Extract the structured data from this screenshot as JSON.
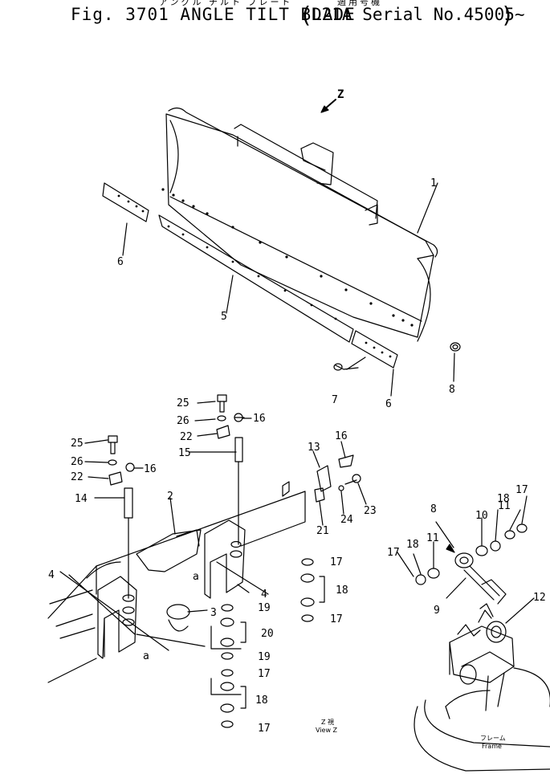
{
  "header": {
    "katakana_line": "アングル チルト ブレード",
    "applicable_machine_jp": "適用号機",
    "figure_title": "Fig. 3701 ANGLE TILT BLADE",
    "serial_range": "D21A Serial No.45005∼"
  },
  "view_marker": {
    "letter": "Z"
  },
  "callouts": {
    "c1": "1",
    "c2": "2",
    "c3": "3",
    "c4a": "4",
    "c4b": "4",
    "c5": "5",
    "c6a": "6",
    "c6b": "6",
    "c7": "7",
    "c8": "8",
    "c8b": "8",
    "c9": "9",
    "c10": "10",
    "c11a": "11",
    "c11b": "11",
    "c12": "12",
    "c13": "13",
    "c14": "14",
    "c15": "15",
    "c16a": "16",
    "c16b": "16",
    "c16c": "16",
    "c17a": "17",
    "c17b": "17",
    "c17c": "17",
    "c17d": "17",
    "c17e": "17",
    "c17f": "17",
    "c18a": "18",
    "c18b": "18",
    "c18c": "18",
    "c18d": "18",
    "c19a": "19",
    "c19b": "19",
    "c20": "20",
    "c21": "21",
    "c22a": "22",
    "c22b": "22",
    "c23": "23",
    "c24": "24",
    "c25a": "25",
    "c25b": "25",
    "c26a": "26",
    "c26b": "26",
    "ca1": "a",
    "ca2": "a"
  },
  "view_caption": {
    "jp": "Z 視",
    "en": "View Z"
  },
  "frame_caption": {
    "jp": "フレーム",
    "en": "Frame"
  }
}
